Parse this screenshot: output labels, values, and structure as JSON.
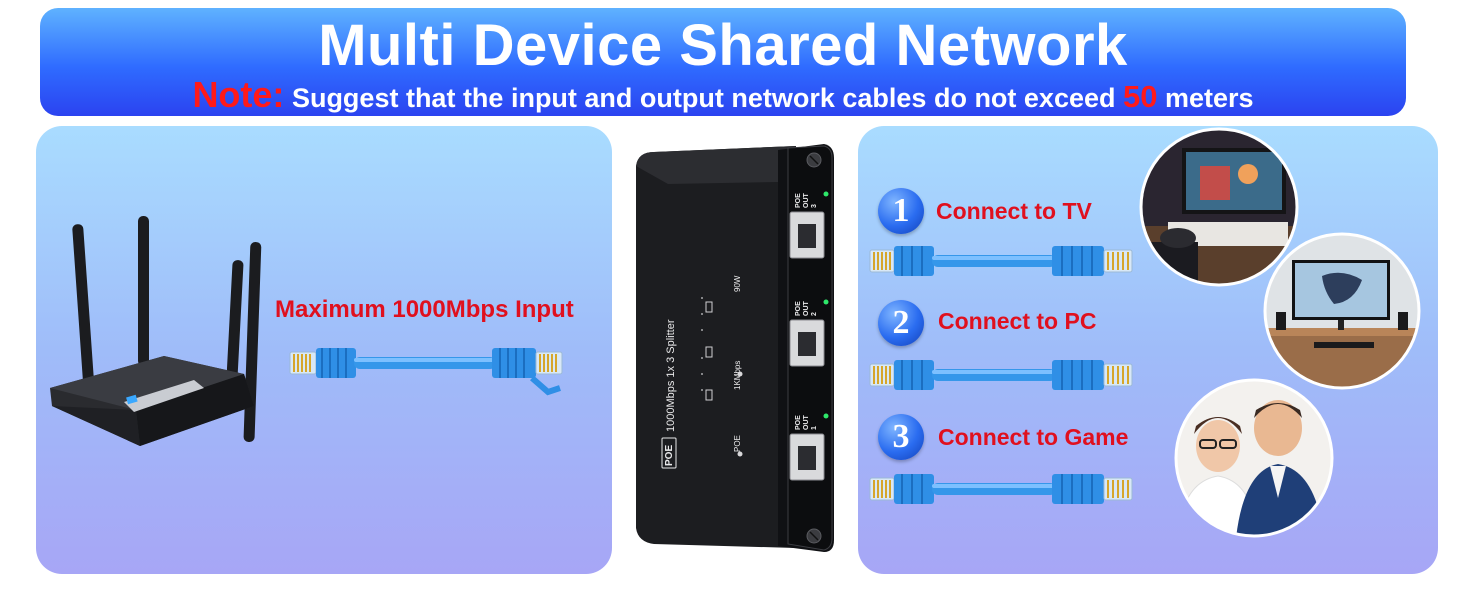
{
  "banner": {
    "title": "Multi Device Shared Network",
    "note_label": "Note:",
    "note_text_before": " Suggest that the input and output network cables do not exceed ",
    "note_number": "50",
    "note_text_after": " meters"
  },
  "input": {
    "label": "Maximum 1000Mbps Input"
  },
  "device": {
    "brand_tag": "POE",
    "model_text": "1000Mbps 1x 3 Splitter",
    "led_labels": [
      "POE",
      "1KMbps",
      "90W"
    ],
    "ports": [
      {
        "line1": "POE",
        "line2": "OUT",
        "line3": "3"
      },
      {
        "line1": "POE",
        "line2": "OUT",
        "line3": "2"
      },
      {
        "line1": "POE",
        "line2": "OUT",
        "line3": "1"
      }
    ]
  },
  "outputs": [
    {
      "number": "1",
      "label": "Connect to TV",
      "icon": "tv-photo"
    },
    {
      "number": "2",
      "label": "Connect to PC",
      "icon": "pc-photo"
    },
    {
      "number": "3",
      "label": "Connect to Game",
      "icon": "people-photo"
    }
  ],
  "colors": {
    "banner_top": "#5fb2ff",
    "banner_bottom": "#2b43f0",
    "accent_red": "#e0101e",
    "cable_blue": "#2f8fe6",
    "panel_top": "#a9dcff",
    "panel_bottom": "#a7a6f6",
    "device_black": "#1c1d20"
  }
}
